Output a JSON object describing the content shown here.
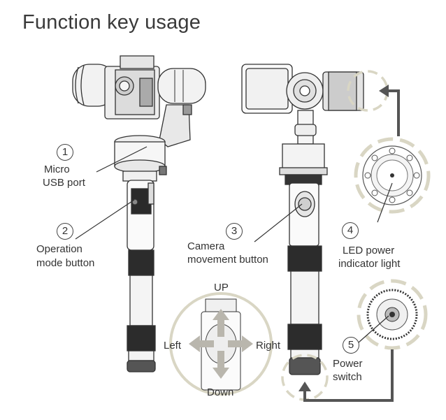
{
  "title": "Function key usage",
  "callouts": [
    {
      "num": "1",
      "label_lines": [
        "Micro",
        "USB port"
      ]
    },
    {
      "num": "2",
      "label_lines": [
        "Operation",
        "mode button"
      ]
    },
    {
      "num": "3",
      "label_lines": [
        "Camera",
        "movement button"
      ]
    },
    {
      "num": "4",
      "label_lines": [
        "LED power",
        "indicator light"
      ]
    },
    {
      "num": "5",
      "label_lines": [
        "Power",
        "switch"
      ]
    }
  ],
  "directions": {
    "up": "UP",
    "down": "Down",
    "left": "Left",
    "right": "Right"
  },
  "colors": {
    "arrow": "#555555",
    "callout_ring": "#d9d6c4",
    "line": "#333333",
    "dpad": "#b9b6ad"
  }
}
